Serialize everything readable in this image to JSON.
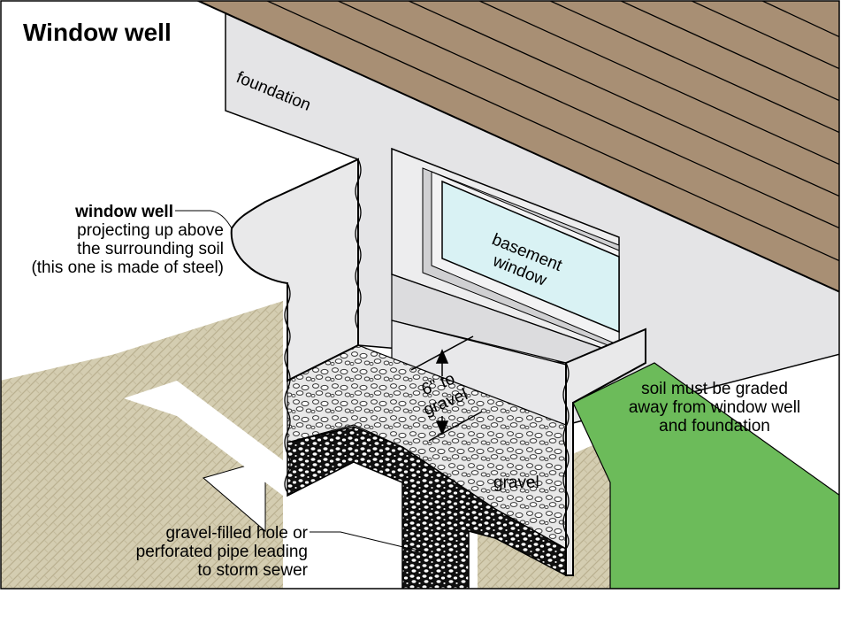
{
  "title": "Window well",
  "labels": {
    "foundation": "foundation",
    "window_well_bold": "window well",
    "window_well_desc": [
      "projecting up above",
      "the surrounding soil",
      "(this one is made of steel)"
    ],
    "basement_window": [
      "basement",
      "window"
    ],
    "gap": [
      "6\" to",
      "gravel"
    ],
    "soil": [
      "soil must be graded",
      "away from window well",
      "and foundation"
    ],
    "gravel": "gravel",
    "drain": [
      "gravel-filled hole or",
      "perforated pipe leading",
      "to storm sewer"
    ]
  },
  "colors": {
    "siding": "#a88f74",
    "foundation": "#e4e4e6",
    "soil_section": "#d4cdb1",
    "grass": "#6cbb5a",
    "glass": "#d9f2f4",
    "gravel_top": "#e8e8e8"
  }
}
